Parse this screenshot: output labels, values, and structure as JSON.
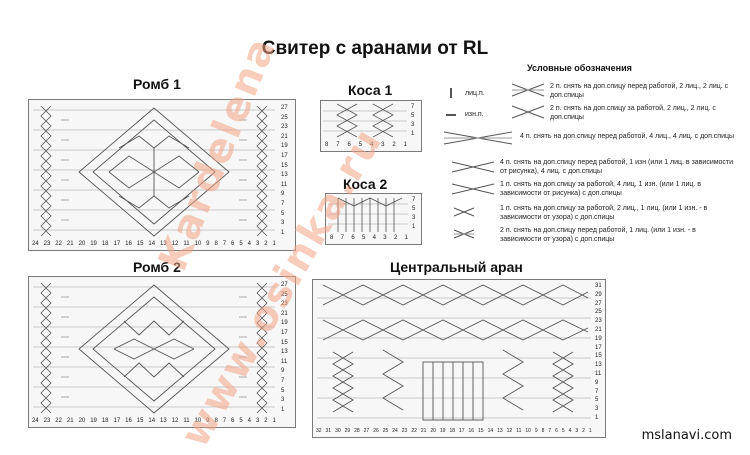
{
  "page": {
    "title": "Свитер с аранами от RL",
    "site": "mslanavi.com",
    "watermarks": [
      "Kardelena",
      "www.osinka.ru"
    ]
  },
  "charts": {
    "romb1": {
      "title": "Ромб 1",
      "row_numbers": [
        "27",
        "25",
        "23",
        "21",
        "19",
        "17",
        "15",
        "13",
        "11",
        "9",
        "7",
        "5",
        "3",
        "1"
      ],
      "col_numbers": [
        "24",
        "23",
        "22",
        "21",
        "20",
        "19",
        "18",
        "17",
        "16",
        "15",
        "14",
        "13",
        "12",
        "11",
        "10",
        "9",
        "8",
        "7",
        "6",
        "5",
        "4",
        "3",
        "2",
        "1"
      ]
    },
    "romb2": {
      "title": "Ромб 2",
      "row_numbers": [
        "27",
        "25",
        "23",
        "21",
        "19",
        "17",
        "15",
        "13",
        "11",
        "9",
        "7",
        "5",
        "3",
        "1"
      ],
      "col_numbers": [
        "24",
        "23",
        "22",
        "21",
        "20",
        "19",
        "18",
        "17",
        "16",
        "15",
        "14",
        "13",
        "12",
        "11",
        "10",
        "9",
        "8",
        "7",
        "6",
        "5",
        "4",
        "3",
        "2",
        "1"
      ]
    },
    "kosa1": {
      "title": "Коса 1",
      "row_numbers": [
        "7",
        "5",
        "3",
        "1"
      ],
      "col_numbers": [
        "8",
        "7",
        "6",
        "5",
        "4",
        "3",
        "2",
        "1"
      ]
    },
    "kosa2": {
      "title": "Коса 2",
      "row_numbers": [
        "7",
        "5",
        "3",
        "1"
      ],
      "col_numbers": [
        "8",
        "7",
        "6",
        "5",
        "4",
        "3",
        "2",
        "1"
      ]
    },
    "central": {
      "title": "Центральный аран",
      "row_numbers": [
        "31",
        "29",
        "27",
        "25",
        "23",
        "21",
        "19",
        "17",
        "15",
        "13",
        "11",
        "9",
        "7",
        "5",
        "3",
        "1"
      ],
      "col_numbers": [
        "32",
        "31",
        "30",
        "29",
        "28",
        "27",
        "26",
        "25",
        "24",
        "23",
        "22",
        "21",
        "20",
        "19",
        "18",
        "17",
        "16",
        "15",
        "14",
        "13",
        "12",
        "11",
        "10",
        "9",
        "8",
        "7",
        "6",
        "5",
        "4",
        "3",
        "2",
        "1"
      ]
    }
  },
  "legend": {
    "title": "Условные обозначения",
    "knit": "лиц.п.",
    "purl": "изн.п.",
    "items": [
      "2 п. снять на доп.спицу перед работой, 2 лиц., 2 лиц. с доп.спицы",
      "2 п. снять на доп.спицу за работой, 2 лиц., 2 лиц. с доп.спицы",
      "4 п. снять на доп.спицу перед работой, 4 лиц., 4 лиц. с доп.спицы",
      "4 п. снять на доп.спицу перед работой, 1 изн (или 1 лиц. в зависимости от рисунка), 4 лиц. с доп.спицы",
      "1 п. снять на доп.спицу за работой, 4 лиц, 1 изн. (или 1 лиц. в зависимости от рисунка) с доп.спицы",
      "1 п. снять на доп.спицу за работой, 2 лиц., 1 лиц. (или 1 изн. - в зависимости от узора) с доп.спицы",
      "2 п. снять на доп.спицу перед работой, 1 лиц. (или 1 изн. - в зависимости от узора) с доп.спицы"
    ]
  }
}
